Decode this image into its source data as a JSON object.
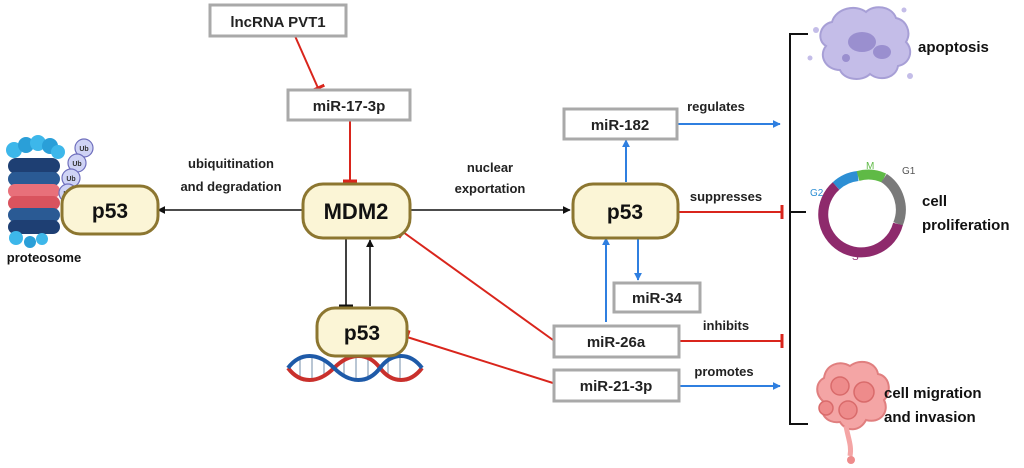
{
  "nodes": {
    "lncrna": "lncRNA PVT1",
    "mir17": "miR-17-3p",
    "mdm2": "MDM2",
    "p53_left": "p53",
    "p53_center": "p53",
    "p53_bottom": "p53",
    "mir182": "miR-182",
    "mir34": "miR-34",
    "mir26a": "miR-26a",
    "mir21": "miR-21-3p"
  },
  "edge_labels": {
    "ubiq_1": "ubiquitination",
    "ubiq_2": "and degradation",
    "nuclear_1": "nuclear",
    "nuclear_2": "exportation",
    "regulates": "regulates",
    "suppresses": "suppresses",
    "inhibits": "inhibits",
    "promotes": "promotes"
  },
  "proteosome": {
    "label": "proteosome",
    "ub_tag": "Ub"
  },
  "outcomes": {
    "apoptosis": "apoptosis",
    "proliferation_1": "cell",
    "proliferation_2": "proliferation",
    "migration_1": "cell migration",
    "migration_2": "and invasion"
  },
  "cell_cycle": {
    "g1": "G1",
    "g2": "G2",
    "m": "M",
    "s": "S"
  },
  "colors": {
    "activation": "#2f7fe0",
    "inhibition": "#d9251c",
    "neutral": "#111111",
    "p53_fill": "#fbf5d6",
    "p53_stroke": "#8c7630",
    "box_stroke": "#a9a9a9"
  }
}
